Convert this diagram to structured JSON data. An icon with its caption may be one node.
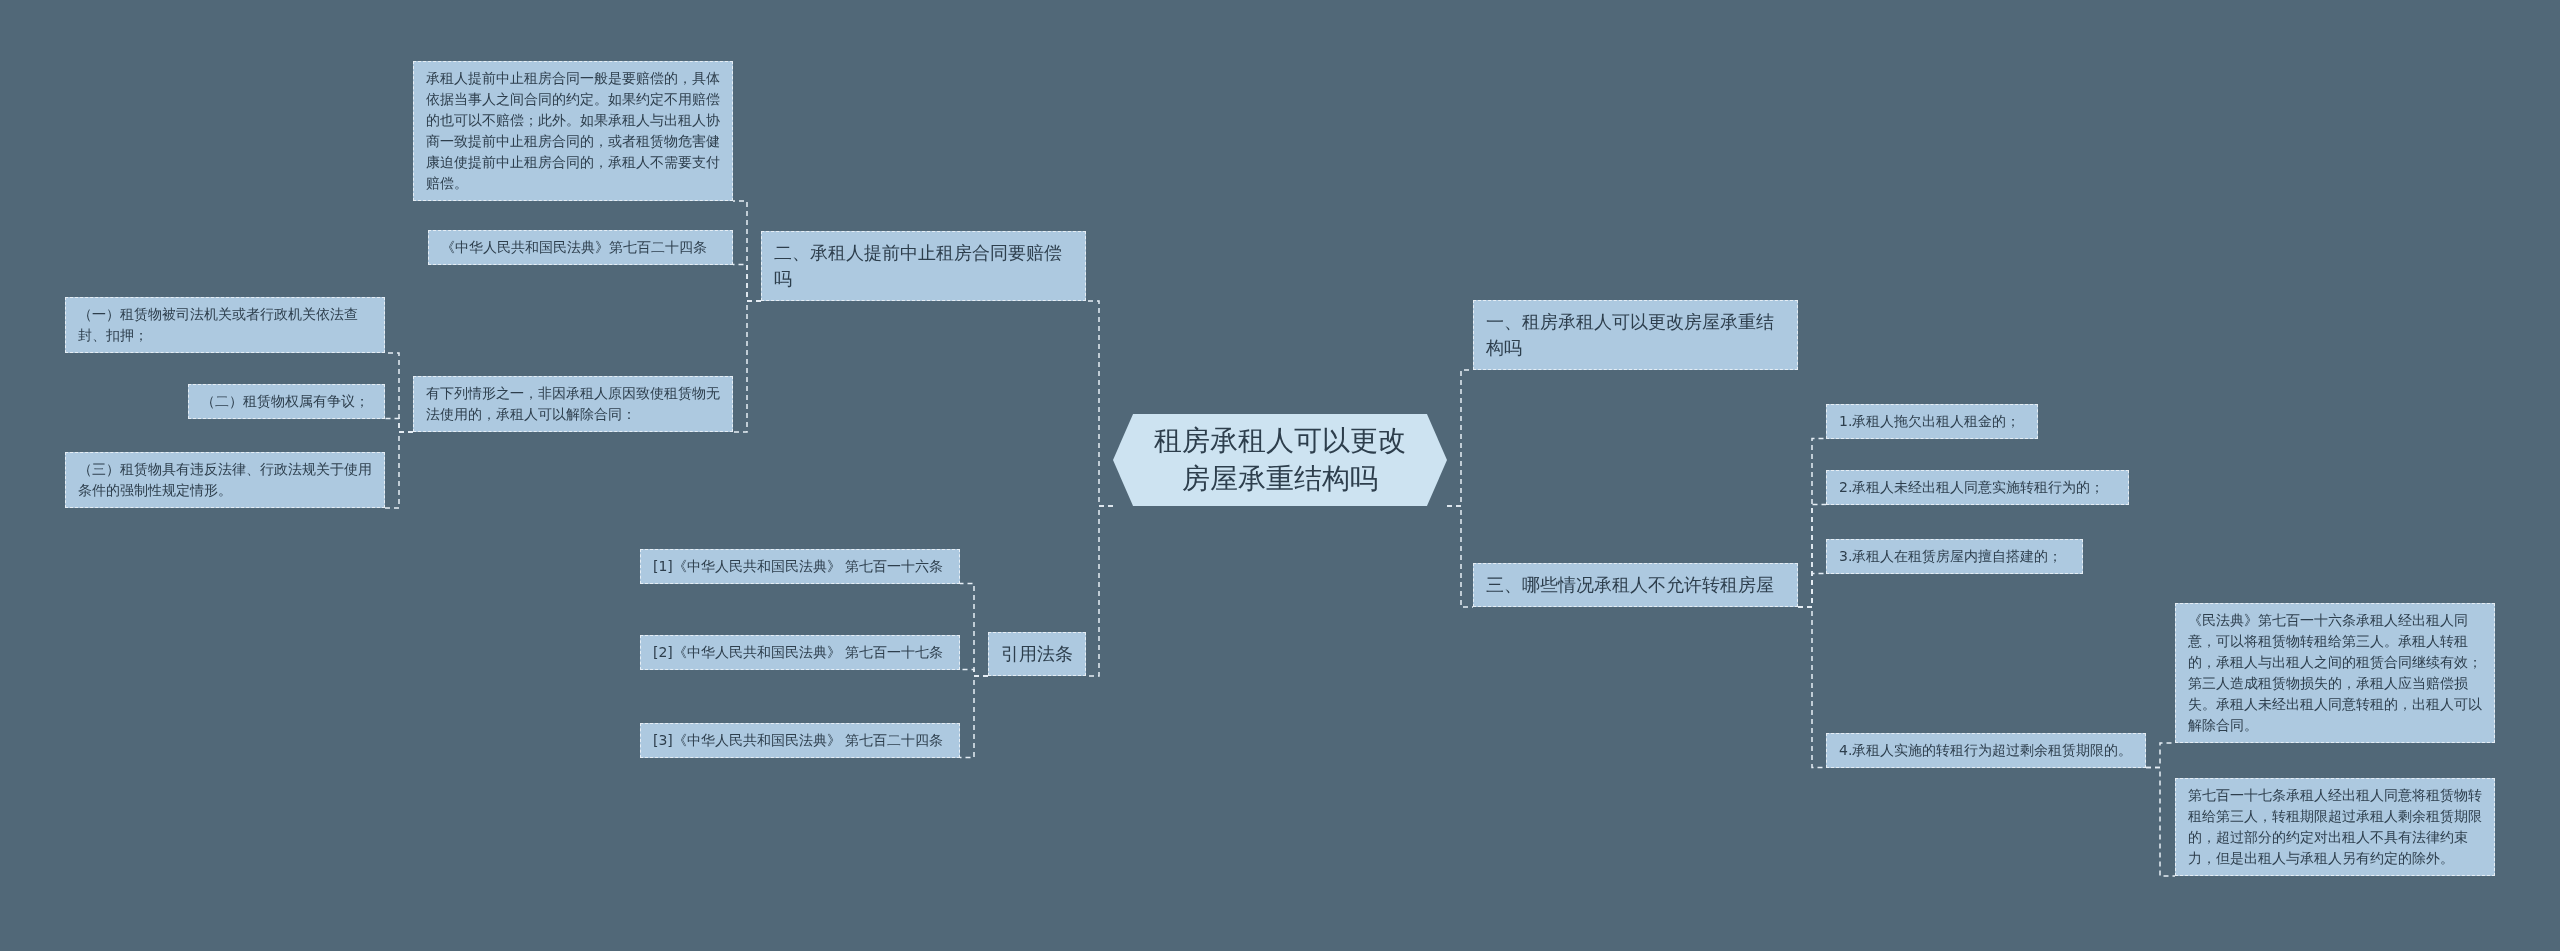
{
  "diagram": {
    "nodes": [
      {
        "text": [
          "租房承租人可以更改房屋承重结构吗"
        ]
      },
      {
        "text": [
          "二、承租人提前中止租房合同要赔偿吗"
        ]
      },
      {
        "text": [
          "承租人提前中止租房合同一般是要赔偿的，具体依据当事人之间合同的约定。如果约定不用赔偿的也可以不赔偿；此外。如果承租人与出租人协商一致提前中止租房合同的，或者租赁物危害健康迫使提前中止租房合同的，承租人不需要支付赔偿。"
        ]
      },
      {
        "text": [
          "《中华人民共和国民法典》第七百二十四条"
        ]
      },
      {
        "text": [
          "有下列情形之一，非因承租人原因致使租赁物无法使用的，承租人可以解除合同："
        ]
      },
      {
        "text": [
          "（一）租赁物被司法机关或者行政机关依法查封、扣押；"
        ]
      },
      {
        "text": [
          "（二）租赁物权属有争议；"
        ]
      },
      {
        "text": [
          "（三）租赁物具有违反法律、行政法规关于使用条件的强制性规定情形。"
        ]
      },
      {
        "text": [
          "引用法条"
        ]
      },
      {
        "text": [
          "[1]《中华人民共和国民法典》 第七百一十六条"
        ]
      },
      {
        "text": [
          "[2]《中华人民共和国民法典》 第七百一十七条"
        ]
      },
      {
        "text": [
          "[3]《中华人民共和国民法典》 第七百二十四条"
        ]
      },
      {
        "text": [
          "一、租房承租人可以更改房屋承重结构吗"
        ]
      },
      {
        "text": [
          "三、哪些情况承租人不允许转租房屋"
        ]
      },
      {
        "text": [
          "1.承租人拖欠出租人租金的；"
        ]
      },
      {
        "text": [
          "2.承租人未经出租人同意实施转租行为的；"
        ]
      },
      {
        "text": [
          "3.承租人在租赁房屋内擅自搭建的；"
        ]
      },
      {
        "text": [
          "4.承租人实施的转租行为超过剩余租赁期限的。"
        ]
      },
      {
        "text": [
          "《民法典》第七百一十六条承租人经出租人同意，可以将租赁物转租给第三人。承租人转租的，承租人与出租人之间的租赁合同继续有效；第三人造成租赁物损失的，承租人应当赔偿损失。承租人未经出租人同意转租的，出租人可以解除合同。"
        ]
      },
      {
        "text": [
          "第七百一十七条承租人经出租人同意将租赁物转租给第三人，转租期限超过承租人剩余租赁期限的，超过部分的约定对出租人不具有法律约束力，但是出租人与承租人另有约定的除外。"
        ]
      }
    ],
    "edges": [
      {
        "from": 0,
        "to": 1,
        "arrow": "none"
      },
      {
        "from": 1,
        "to": 2,
        "arrow": "none"
      },
      {
        "from": 1,
        "to": 3,
        "arrow": "none"
      },
      {
        "from": 1,
        "to": 4,
        "arrow": "none"
      },
      {
        "from": 4,
        "to": 5,
        "arrow": "none"
      },
      {
        "from": 4,
        "to": 6,
        "arrow": "none"
      },
      {
        "from": 4,
        "to": 7,
        "arrow": "none"
      },
      {
        "from": 0,
        "to": 8,
        "arrow": "none"
      },
      {
        "from": 8,
        "to": 9,
        "arrow": "none"
      },
      {
        "from": 8,
        "to": 10,
        "arrow": "none"
      },
      {
        "from": 8,
        "to": 11,
        "arrow": "none"
      },
      {
        "from": 0,
        "to": 12,
        "arrow": "none"
      },
      {
        "from": 0,
        "to": 13,
        "arrow": "none"
      },
      {
        "from": 13,
        "to": 14,
        "arrow": "none"
      },
      {
        "from": 13,
        "to": 15,
        "arrow": "none"
      },
      {
        "from": 13,
        "to": 16,
        "arrow": "none"
      },
      {
        "from": 13,
        "to": 17,
        "arrow": "none"
      },
      {
        "from": 17,
        "to": 18,
        "arrow": "none"
      },
      {
        "from": 17,
        "to": 19,
        "arrow": "none"
      }
    ]
  }
}
